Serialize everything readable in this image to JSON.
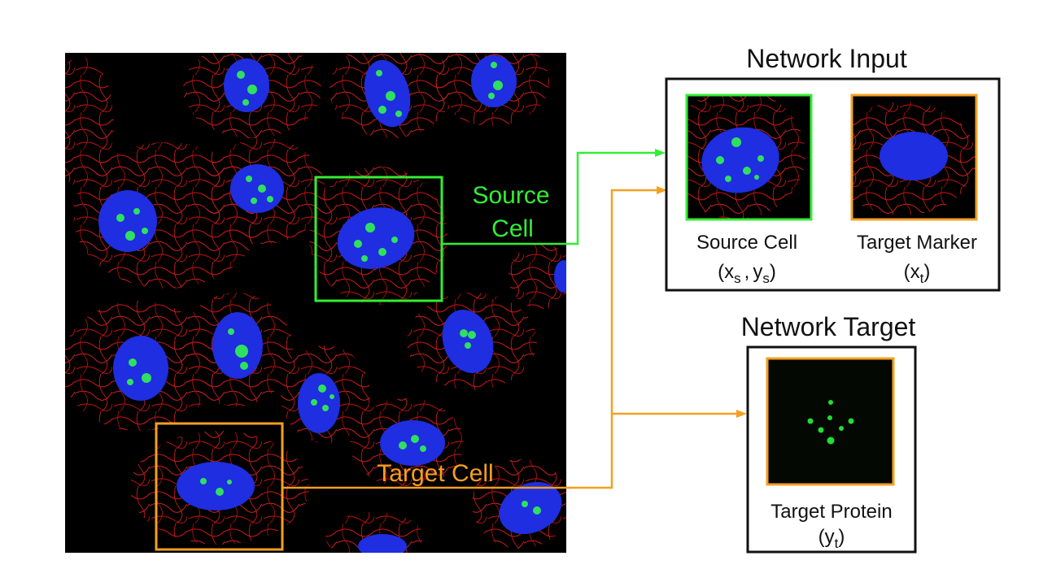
{
  "source_label": {
    "line1": "Source",
    "line2": "Cell"
  },
  "target_label": "Target Cell",
  "network_input": {
    "title": "Network Input",
    "source_cell": {
      "label": "Source Cell",
      "formula": "(xs , ys)",
      "x": "x",
      "x_sub": "s",
      "sep": ",",
      "y": "y",
      "y_sub": "s"
    },
    "target_marker": {
      "label": "Target Marker",
      "formula": "(xt)",
      "x": "x",
      "x_sub": "t"
    }
  },
  "network_target": {
    "title": "Network Target",
    "target_protein": {
      "label": "Target Protein",
      "formula": "(yt)",
      "y": "y",
      "y_sub": "t"
    }
  },
  "colors": {
    "source_green": "#33ee33",
    "target_orange": "#f5a020",
    "actin_red": "#d81818",
    "nucleus_blue": "#1f2ee0",
    "nucleoli_green": "#2fe060",
    "frame": "#111111"
  }
}
